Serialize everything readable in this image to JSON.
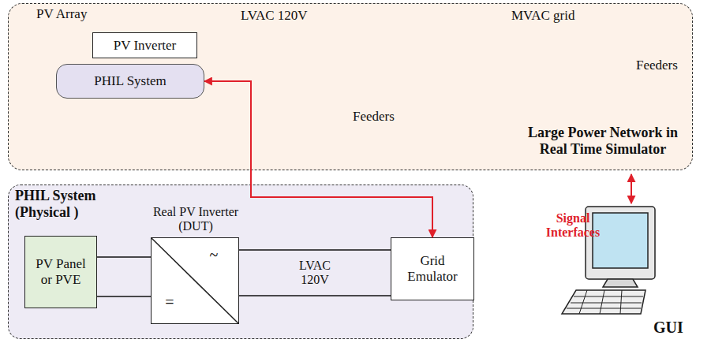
{
  "diagram": {
    "nodes": [
      {
        "text": [
          "Large Power Network in Real Time Simulator"
        ]
      },
      {
        "text": [
          "PV Inverter"
        ],
        "in": 0
      },
      {
        "text": [
          "PHIL System"
        ],
        "in": 0
      },
      {
        "text": [
          "PHIL System (Physical )"
        ]
      },
      {
        "text": [
          "PV Panel or PVE"
        ],
        "in": 3
      },
      {
        "text": [
          "Real PV Inverter (DUT)",
          "~",
          "="
        ],
        "in": 3
      },
      {
        "text": [
          "Grid Emulator"
        ],
        "in": 3
      }
    ],
    "edges": [
      {
        "from": 4,
        "to": 5,
        "arrow": "none"
      },
      {
        "from": 5,
        "to": 6,
        "label": "LVAC 120V",
        "arrow": "none"
      },
      {
        "from": 6,
        "to": 2,
        "arrow": "both"
      }
    ],
    "labels": [
      "PV Array",
      "LVAC 120V",
      "MVAC grid",
      "Feeders",
      "Feeders",
      "Signal Interfaces",
      "GUI"
    ]
  }
}
